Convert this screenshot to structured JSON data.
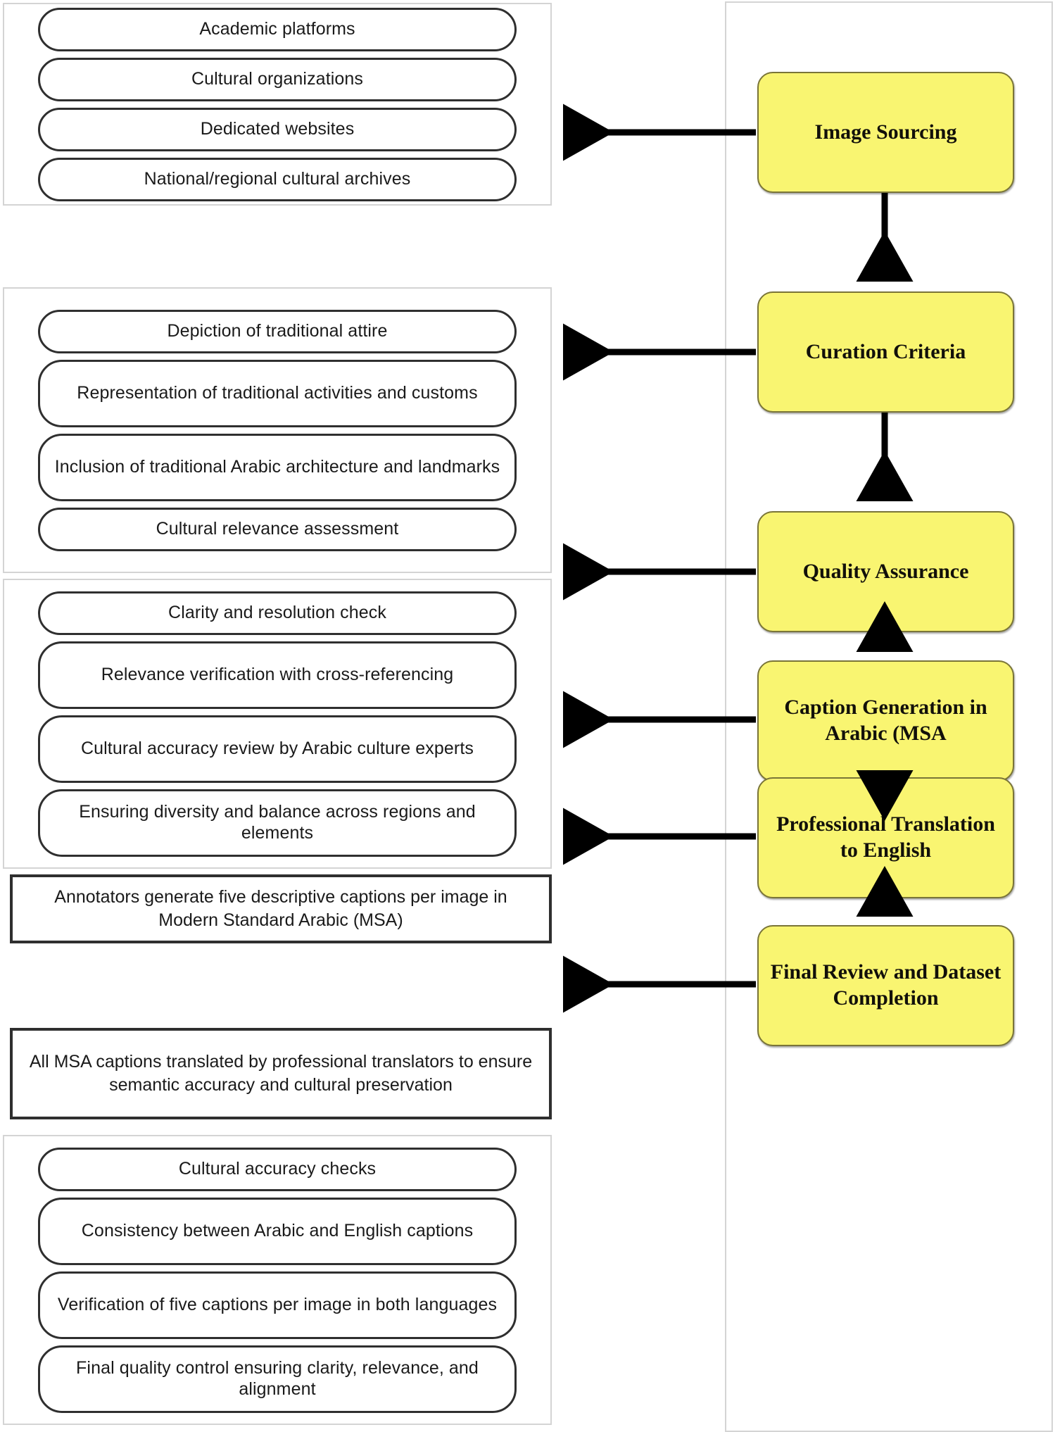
{
  "diagram": {
    "title": "Dataset construction pipeline",
    "colors": {
      "stage_fill": "#F9F571",
      "stage_border": "#7A7538",
      "panel_border": "#D4D4D4",
      "pill_border": "#2F2F2F",
      "arrow": "#000000",
      "background": "#FFFFFF"
    }
  },
  "pipeline": {
    "stages": [
      {
        "id": "image-sourcing",
        "label": "Image Sourcing"
      },
      {
        "id": "curation-criteria",
        "label": "Curation Criteria"
      },
      {
        "id": "quality-assurance",
        "label": "Quality Assurance"
      },
      {
        "id": "caption-generation",
        "label": "Caption Generation in Arabic (MSA"
      },
      {
        "id": "professional-translation",
        "label": "Professional Translation to English"
      },
      {
        "id": "final-review",
        "label": "Final Review and Dataset Completion"
      }
    ]
  },
  "details": {
    "image_sourcing": {
      "items": [
        "Academic platforms",
        "Cultural organizations",
        "Dedicated websites",
        "National/regional cultural archives"
      ]
    },
    "curation_criteria": {
      "items": [
        "Depiction of traditional attire",
        "Representation of traditional activities and customs",
        "Inclusion of traditional Arabic architecture and landmarks",
        "Cultural relevance assessment"
      ]
    },
    "quality_assurance": {
      "items": [
        "Clarity and resolution check",
        "Relevance verification with cross-referencing",
        "Cultural accuracy review by Arabic culture experts",
        "Ensuring diversity and balance across regions and elements"
      ]
    },
    "caption_generation": {
      "note": "Annotators generate five descriptive captions per image in Modern Standard Arabic (MSA)"
    },
    "professional_translation": {
      "note": "All MSA captions translated by professional translators to ensure semantic accuracy and cultural preservation"
    },
    "final_review": {
      "items": [
        "Cultural accuracy checks",
        "Consistency between Arabic and English captions",
        "Verification of five captions per image in both languages",
        "Final quality control ensuring clarity, relevance, and alignment"
      ]
    }
  }
}
